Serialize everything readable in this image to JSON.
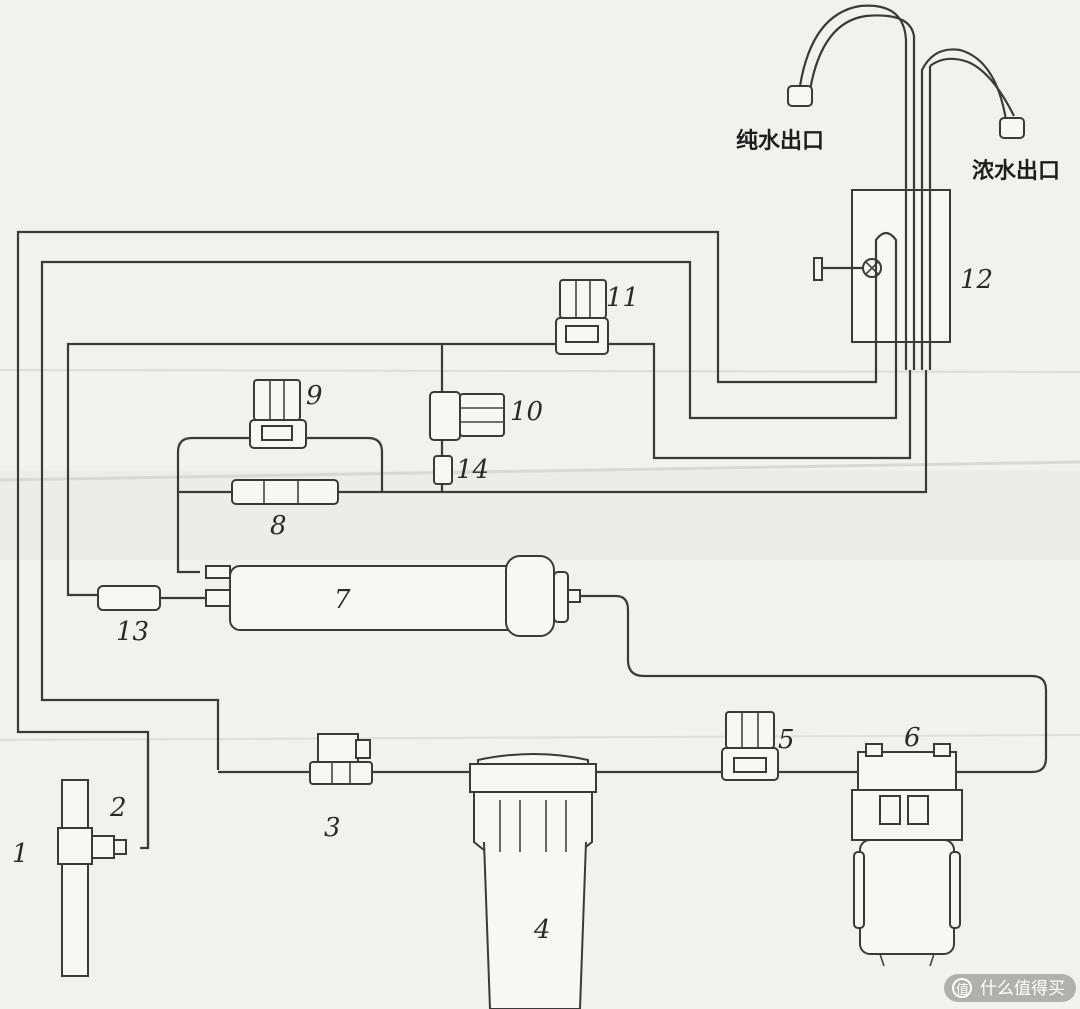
{
  "labels": {
    "pure_outlet": "纯水出口",
    "waste_outlet": "浓水出口"
  },
  "components": [
    "1",
    "2",
    "3",
    "4",
    "5",
    "6",
    "7",
    "8",
    "9",
    "10",
    "11",
    "12",
    "13",
    "14"
  ],
  "watermark": {
    "icon": "zhi-logo-icon",
    "text": "什么值得买"
  },
  "colors": {
    "paper": "#f1f1ef",
    "ink": "#3a3a3a",
    "watermark_bg": "#9a9a9a"
  }
}
